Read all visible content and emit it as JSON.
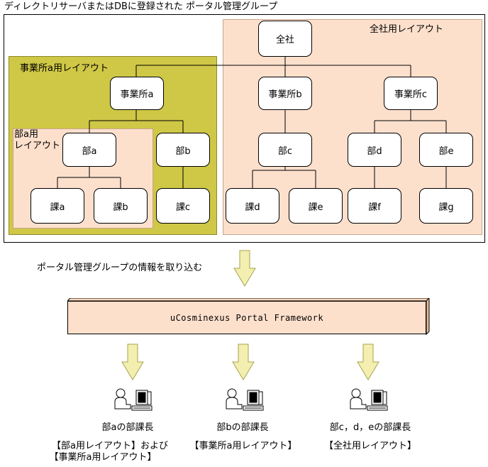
{
  "diagram_title": "ディレクトリサーバまたはDBに登録された ポータル管理グループ",
  "zones": {
    "company_layout": "全社用レイアウト",
    "office_a_layout": "事業所a用レイアウト",
    "dept_a_layout_line1": "部a用",
    "dept_a_layout_line2": "レイアウト"
  },
  "nodes": {
    "company": "全社",
    "office_a": "事業所a",
    "office_b": "事業所b",
    "office_c": "事業所c",
    "dept_a": "部a",
    "dept_b": "部b",
    "dept_c": "部c",
    "dept_d": "部d",
    "dept_e": "部e",
    "section_a": "課a",
    "section_b": "課b",
    "section_c": "課c",
    "section_d": "課d",
    "section_e": "課e",
    "section_f": "課f",
    "section_g": "課g"
  },
  "flow_label": "ポータル管理グループの情報を取り込む",
  "framework_label": "uCosminexus Portal Framework",
  "users": [
    {
      "role": "部aの部課長",
      "layout_line1": "【部a用レイアウト】および",
      "layout_line2": "【事業所a用レイアウト】",
      "icon": "user-at-computer-icon"
    },
    {
      "role": "部bの部課長",
      "layout_line1": "【事業所a用レイアウト】",
      "layout_line2": "",
      "icon": "user-at-computer-icon"
    },
    {
      "role": "部c，d，eの部課長",
      "layout_line1": "【全社用レイアウト】",
      "layout_line2": "",
      "icon": "user-at-computer-icon"
    }
  ],
  "colors": {
    "company_zone": "#fde0cc",
    "office_zone": "#cfc746",
    "arrow_fill": "#f2efb0",
    "arrow_stroke": "#a8a34a"
  }
}
